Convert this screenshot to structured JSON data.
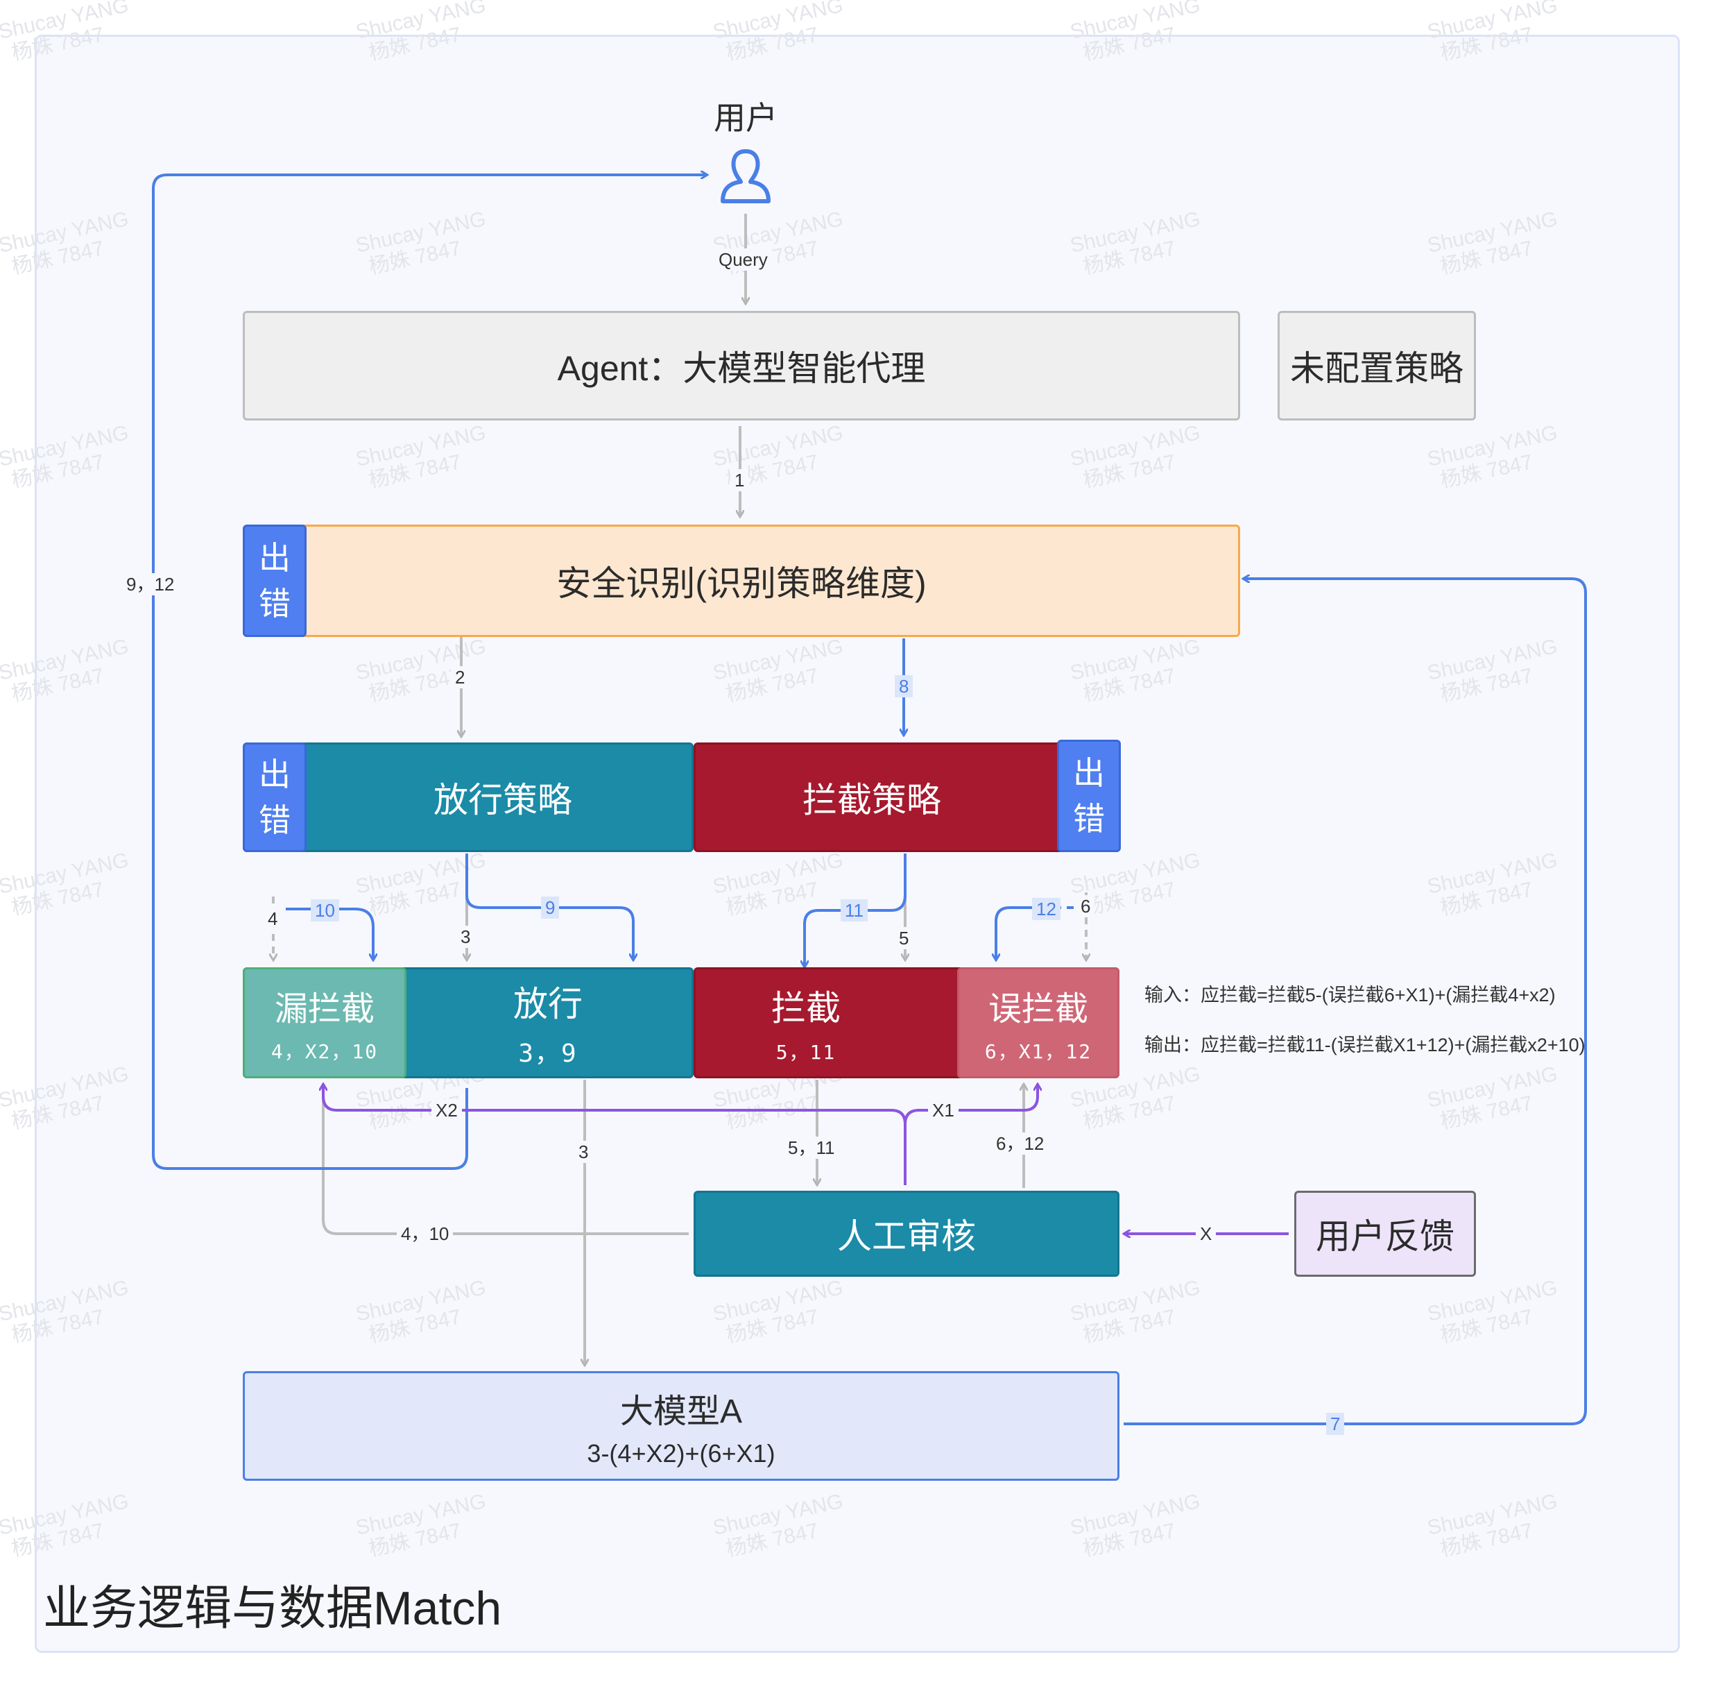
{
  "title": "业务逻辑与数据Match",
  "watermark": {
    "line1": "Shucay YANG",
    "line2": "杨姝 7847"
  },
  "nodes": {
    "user": "用户",
    "agent": "Agent：大模型智能代理",
    "unconfigured": "未配置策略",
    "security": "安全识别(识别策略维度)",
    "release_policy": "放行策略",
    "block_policy": "拦截策略",
    "error_char1": "出",
    "error_char2": "错",
    "missed": {
      "title": "漏拦截",
      "sub": "4，X2，10"
    },
    "release": {
      "title": "放行",
      "sub": "3，9"
    },
    "block": {
      "title": "拦截",
      "sub": "5，11"
    },
    "false_block": {
      "title": "误拦截",
      "sub": "6，X1，12"
    },
    "review": "人工审核",
    "feedback": "用户反馈",
    "model": {
      "title": "大模型A",
      "sub": "3-(4+X2)+(6+X1)"
    }
  },
  "formulas": {
    "input": "输入：应拦截=拦截5-(误拦截6+X1)+(漏拦截4+x2)",
    "output": "输出：应拦截=拦截11-(误拦截X1+12)+(漏拦截x2+10)"
  },
  "edge_labels": {
    "query": "Query",
    "e1": "1",
    "e2": "2",
    "e3a": "3",
    "e3b": "3",
    "e4": "4",
    "e5": "5",
    "e6": "6",
    "e7": "7",
    "e8": "8",
    "e9": "9",
    "e10": "10",
    "e11": "11",
    "e12": "12",
    "e9_12": "9，12",
    "e5_11": "5，11",
    "e6_12": "6，12",
    "e4_10": "4，10",
    "x1": "X1",
    "x2": "X2",
    "x": "X"
  },
  "colors": {
    "gray_node": "#efefef",
    "security_fill": "#fde7d0",
    "security_border": "#f7a94a",
    "teal": "#1b8ba7",
    "crimson": "#a6192e",
    "missed_fill": "#6bb9b0",
    "false_block_fill": "#cf6676",
    "error_blue": "#4f7ff0",
    "feedback_fill": "#ede4fa",
    "model_fill": "#e2e8fa",
    "edge_blue": "#4a7fe6",
    "edge_gray": "#bdbdbd",
    "edge_purple": "#8b55e0"
  }
}
